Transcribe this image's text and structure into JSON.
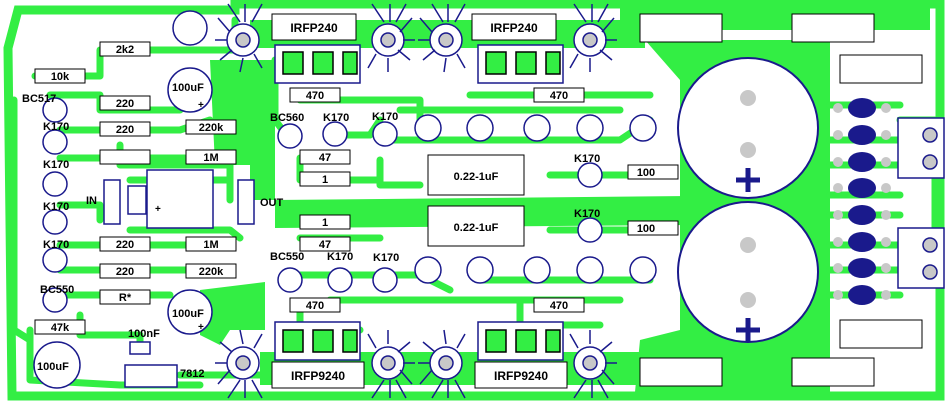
{
  "board": {
    "copper_color": "#33ee44",
    "background_color": "#ffffff",
    "outline_color": "#1a1a8c",
    "pad_color": "#c8c8c8"
  },
  "transistors": {
    "q_top_left": "IRFP240",
    "q_top_right": "IRFP240",
    "q_bottom_left": "IRFP9240",
    "q_bottom_right": "IRFP9240",
    "bc517": "BC517",
    "bc550_left": "BC550",
    "bc560": "BC560",
    "bc550_mid": "BC550",
    "k170": "K170",
    "regulator": "7812"
  },
  "resistors": {
    "r_2k2": "2k2",
    "r_10k": "10k",
    "r_220_a": "220",
    "r_220_b": "220",
    "r_220k_top": "220k",
    "r_1m_top": "1M",
    "r_220_c": "220",
    "r_220_d": "220",
    "r_1m_bottom": "1M",
    "r_220k_bottom": "220k",
    "r_star": "R*",
    "r_47k": "47k",
    "r_470_top_left": "470",
    "r_470_top_right": "470",
    "r_47_top": "47",
    "r_1_top": "1",
    "r_1_bottom": "1",
    "r_47_bottom": "47",
    "r_470_bottom_left": "470",
    "r_470_bottom_right": "470",
    "r_100_top": "100",
    "r_100_bottom": "100"
  },
  "capacitors": {
    "c_100uf_top": "100uF",
    "c_100uf_mid": "100uF",
    "c_100uf_bottom": "100uF",
    "c_100nf": "100nF",
    "c_film_top": "0.22-1uF",
    "c_film_bottom": "0.22-1uF",
    "polarity_plus": "+"
  },
  "connectors": {
    "input": "IN",
    "output": "OUT"
  }
}
